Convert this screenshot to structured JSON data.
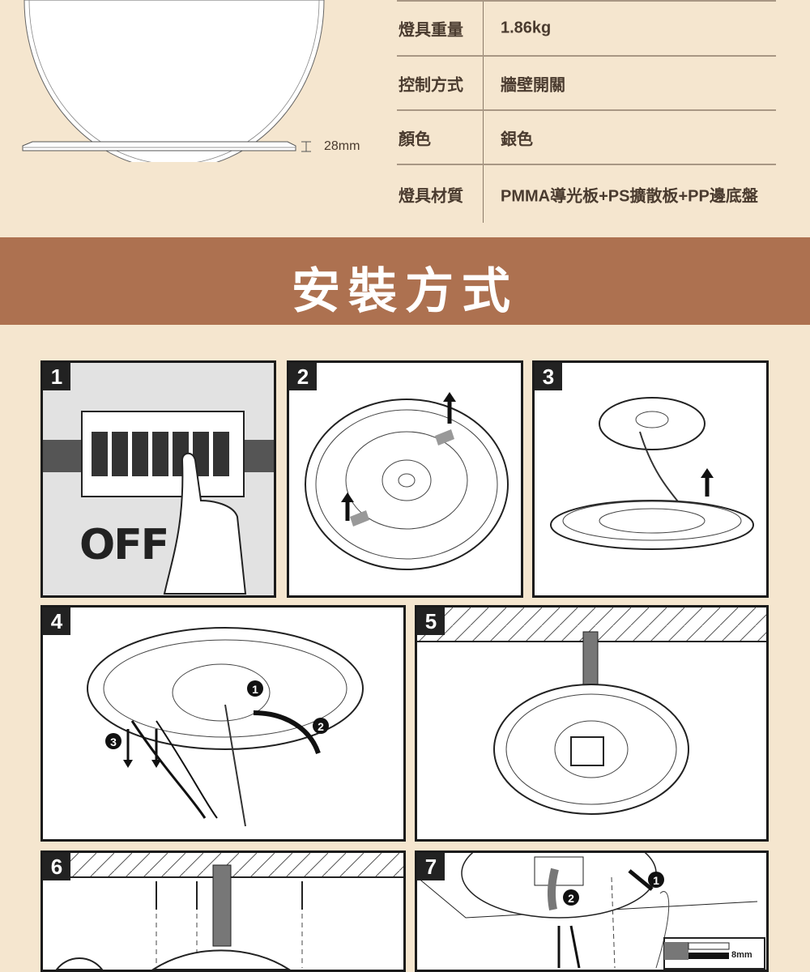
{
  "product": {
    "thickness_label": "28mm"
  },
  "specs": [
    {
      "label": "燈具重量",
      "value": "1.86kg"
    },
    {
      "label": "控制方式",
      "value": "牆壁開關"
    },
    {
      "label": "顏色",
      "value": "銀色"
    },
    {
      "label": "燈具材質",
      "value": "PMMA導光板+PS擴散板+PP邊底盤"
    }
  ],
  "install": {
    "title": "安裝方式",
    "steps": [
      {
        "number": "1",
        "text": "OFF"
      },
      {
        "number": "2"
      },
      {
        "number": "3"
      },
      {
        "number": "4",
        "callouts": [
          "1",
          "2",
          "3"
        ]
      },
      {
        "number": "5"
      },
      {
        "number": "6"
      },
      {
        "number": "7",
        "callouts": [
          "1",
          "2"
        ],
        "inset_label": "8mm"
      }
    ]
  },
  "colors": {
    "background": "#f5e6cf",
    "banner": "#ad7150",
    "text": "#4a3b2f"
  }
}
